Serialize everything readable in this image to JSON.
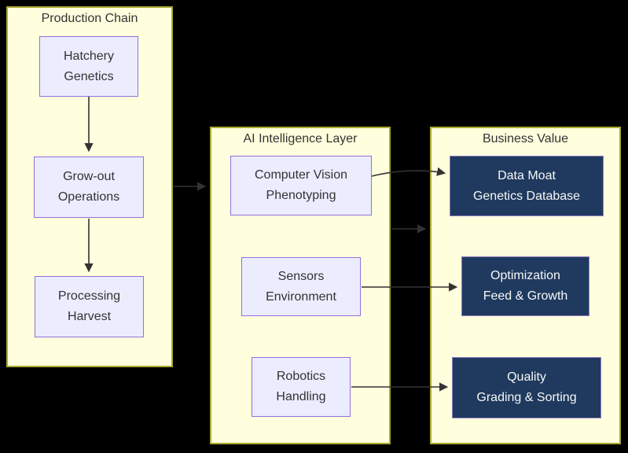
{
  "diagram": {
    "clusters": {
      "production_chain": {
        "title": "Production Chain"
      },
      "ai_layer": {
        "title": "AI Intelligence Layer"
      },
      "business_value": {
        "title": "Business Value"
      }
    },
    "nodes": {
      "hatchery": {
        "line1": "Hatchery",
        "line2": "Genetics"
      },
      "growout": {
        "line1": "Grow-out",
        "line2": "Operations"
      },
      "processing": {
        "line1": "Processing",
        "line2": "Harvest"
      },
      "computer_vision": {
        "line1": "Computer Vision",
        "line2": "Phenotyping"
      },
      "sensors": {
        "line1": "Sensors",
        "line2": "Environment"
      },
      "robotics": {
        "line1": "Robotics",
        "line2": "Handling"
      },
      "data_moat": {
        "line1": "Data Moat",
        "line2": "Genetics Database"
      },
      "optimization": {
        "line1": "Optimization",
        "line2": "Feed & Growth"
      },
      "quality": {
        "line1": "Quality",
        "line2": "Grading & Sorting"
      }
    },
    "edges": [
      {
        "from": "Hatchery Genetics",
        "to": "Grow-out Operations"
      },
      {
        "from": "Grow-out Operations",
        "to": "Processing Harvest"
      },
      {
        "from": "Production Chain",
        "to": "AI Intelligence Layer"
      },
      {
        "from": "Computer Vision Phenotyping",
        "to": "Data Moat Genetics Database"
      },
      {
        "from": "AI Intelligence Layer",
        "to": "Business Value"
      },
      {
        "from": "Sensors Environment",
        "to": "Optimization Feed & Growth"
      },
      {
        "from": "Robotics Handling",
        "to": "Quality Grading & Sorting"
      }
    ],
    "colors": {
      "background": "#000000",
      "cluster_fill": "#ffffde",
      "cluster_border": "#aaaa33",
      "node_fill": "#ececff",
      "node_border": "#9370db",
      "dark_fill": "#1f3a5e",
      "dark_border": "#8e7cc3",
      "edge": "#333333",
      "text_dark": "#333333",
      "text_light": "#f7f7f7"
    }
  }
}
